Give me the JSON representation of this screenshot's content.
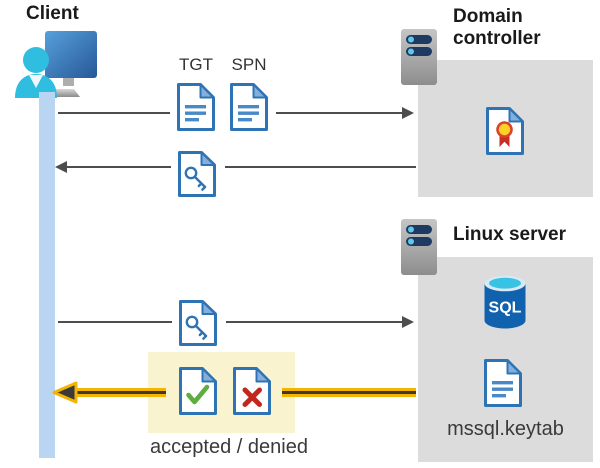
{
  "client": {
    "label": "Client"
  },
  "tickets": {
    "tgt": "TGT",
    "spn": "SPN"
  },
  "domain_controller": {
    "title": "Domain controller"
  },
  "linux_server": {
    "title": "Linux server",
    "sql_badge": "SQL",
    "keytab_file": "mssql.keytab"
  },
  "result": {
    "label": "accepted / denied"
  },
  "icons": {
    "client": "client-workstation-user-icon",
    "domain_controller_server": "server-icon",
    "linux_server": "server-icon",
    "tgt_document": "document-icon",
    "spn_document": "document-icon",
    "key_document_from_dc": "key-ticket-document-icon",
    "key_document_to_linux": "key-ticket-document-icon",
    "certificate": "certificate-document-icon",
    "sql_database": "sql-database-cylinder-icon",
    "keytab_document": "document-icon",
    "accepted": "check-document-icon",
    "denied": "x-document-icon"
  },
  "colors": {
    "doc_border_blue": "#2e74b5",
    "doc_fold_blue": "#85aedb",
    "doc_line_blue": "#4a89c8",
    "box_gray": "#dcdcdc",
    "arrow_gray": "#4d4d4d",
    "highlight_yellow": "#faf3cf",
    "arrow_yellow": "#f4b400",
    "arrow_dark_core": "#3a3a3a",
    "timeline_blue": "#b9d5f1",
    "person_cyan": "#2fbde0",
    "sql_blue": "#1062af",
    "sql_top_cyan": "#38c2e4",
    "server_pill_navy": "#1e3a63",
    "server_dot_cyan": "#5cc8ea",
    "accepted_green": "#5fad41",
    "denied_red": "#c0281e",
    "cert_gold": "#ffd028",
    "cert_ribbon_red": "#c82e21"
  }
}
